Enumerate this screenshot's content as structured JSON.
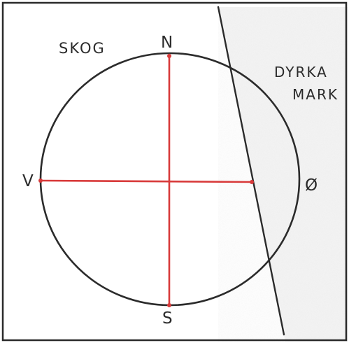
{
  "labels": {
    "forest": "SKOG",
    "farmland_line1": "DYRKA",
    "farmland_line2": "MARK",
    "north": "N",
    "south": "S",
    "west": "V",
    "east": "Ø"
  },
  "colors": {
    "paper": "#ffffff",
    "field_shade": "#f3f3f3",
    "ink": "#2b2b2b",
    "red_line": "#d83a3a",
    "frame": "#2a2a2a"
  }
}
